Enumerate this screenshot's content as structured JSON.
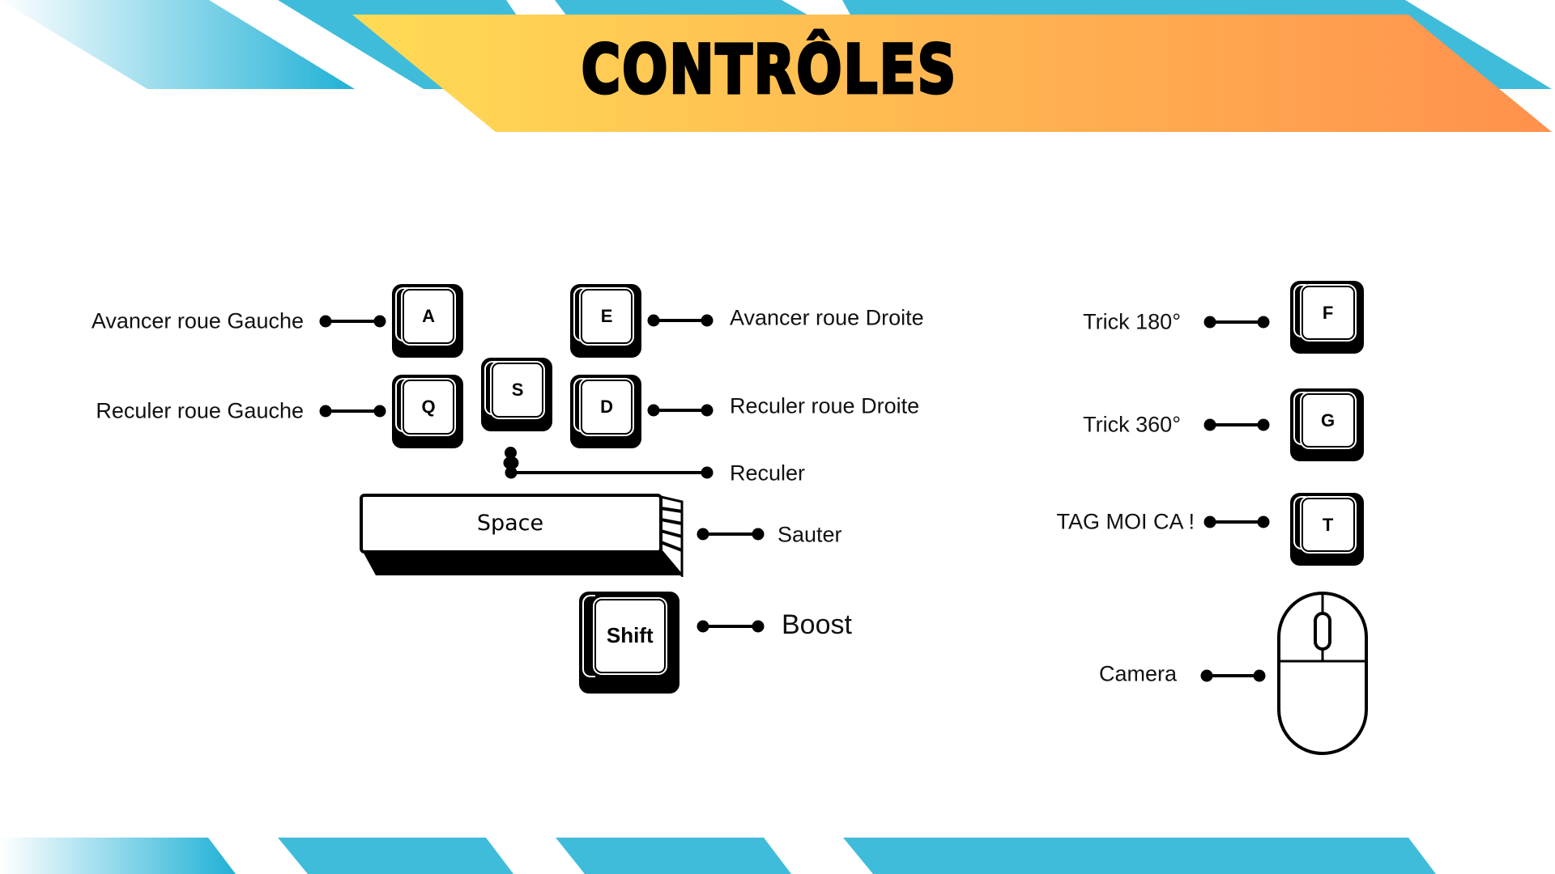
{
  "header": {
    "title": "CONTRÔLES"
  },
  "colors": {
    "stripe_blue": "#40BCDB",
    "banner_start": "#FFDB55",
    "banner_end": "#FF914D"
  },
  "keyboard": {
    "keys": {
      "a": "A",
      "e": "E",
      "q": "Q",
      "s": "S",
      "d": "D",
      "space": "Space",
      "shift": "Shift",
      "f": "F",
      "g": "G",
      "t": "T"
    },
    "labels": {
      "forward_left": "Avancer roue Gauche",
      "back_left": "Reculer roue Gauche",
      "forward_right": "Avancer roue Droite",
      "back_right": "Reculer roue Droite",
      "reverse": "Reculer",
      "jump": "Sauter",
      "boost": "Boost",
      "trick180": "Trick 180°",
      "trick360": "Trick 360°",
      "tag": "TAG MOI CA !",
      "camera": "Camera"
    }
  }
}
